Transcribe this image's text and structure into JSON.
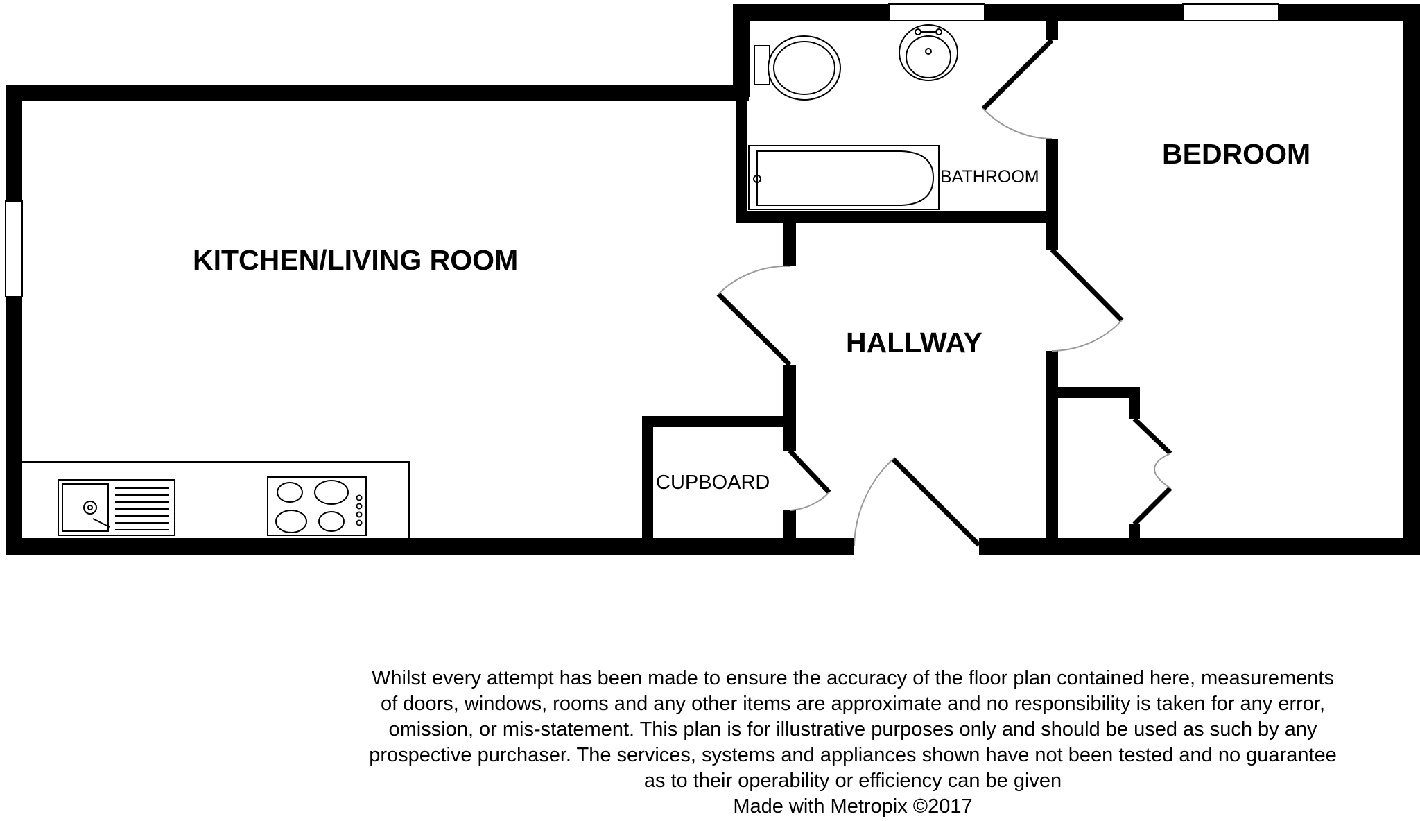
{
  "floor_plan": {
    "rooms": {
      "kitchen_living": "KITCHEN/LIVING ROOM",
      "bathroom": "BATHROOM",
      "bedroom": "BEDROOM",
      "hallway": "HALLWAY",
      "cupboard": "CUPBOARD"
    },
    "fixtures": [
      "toilet-icon",
      "basin-icon",
      "bath-icon",
      "sink-icon",
      "hob-icon"
    ],
    "colors": {
      "walls": "#000000",
      "door_swing": "#9a9a9a",
      "background": "#ffffff"
    }
  },
  "disclaimer": {
    "lines": [
      "Whilst every attempt has been made to ensure the accuracy of the floor plan contained here, measurements",
      "of doors, windows, rooms and any other items are approximate and no responsibility is taken for any error,",
      "omission, or mis-statement. This plan is for illustrative purposes only and should be used as such by any",
      "prospective purchaser. The services, systems and appliances shown have not been tested and no guarantee",
      "as to their operability or efficiency can be given"
    ],
    "credit": "Made with Metropix ©2017"
  }
}
